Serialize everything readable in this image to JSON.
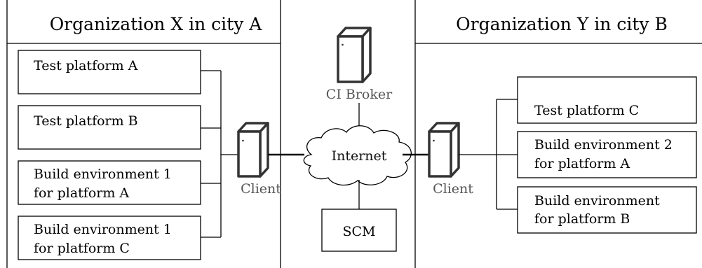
{
  "org_x": {
    "title": "Organization X in city A",
    "boxes": [
      [
        "Test platform A"
      ],
      [
        "Test platform B"
      ],
      [
        "Build environment 1",
        "for platform A"
      ],
      [
        "Build environment 1",
        "for platform C"
      ]
    ],
    "client_label": "Client"
  },
  "org_y": {
    "title": "Organization Y in city B",
    "boxes": [
      [
        "Test platform C"
      ],
      [
        "Build environment 2",
        "for platform A"
      ],
      [
        "Build environment",
        "for platform B"
      ]
    ],
    "client_label": "Client"
  },
  "ci_broker": {
    "label": "CI Broker"
  },
  "internet": {
    "label": "Internet"
  },
  "scm": {
    "label": "SCM"
  }
}
